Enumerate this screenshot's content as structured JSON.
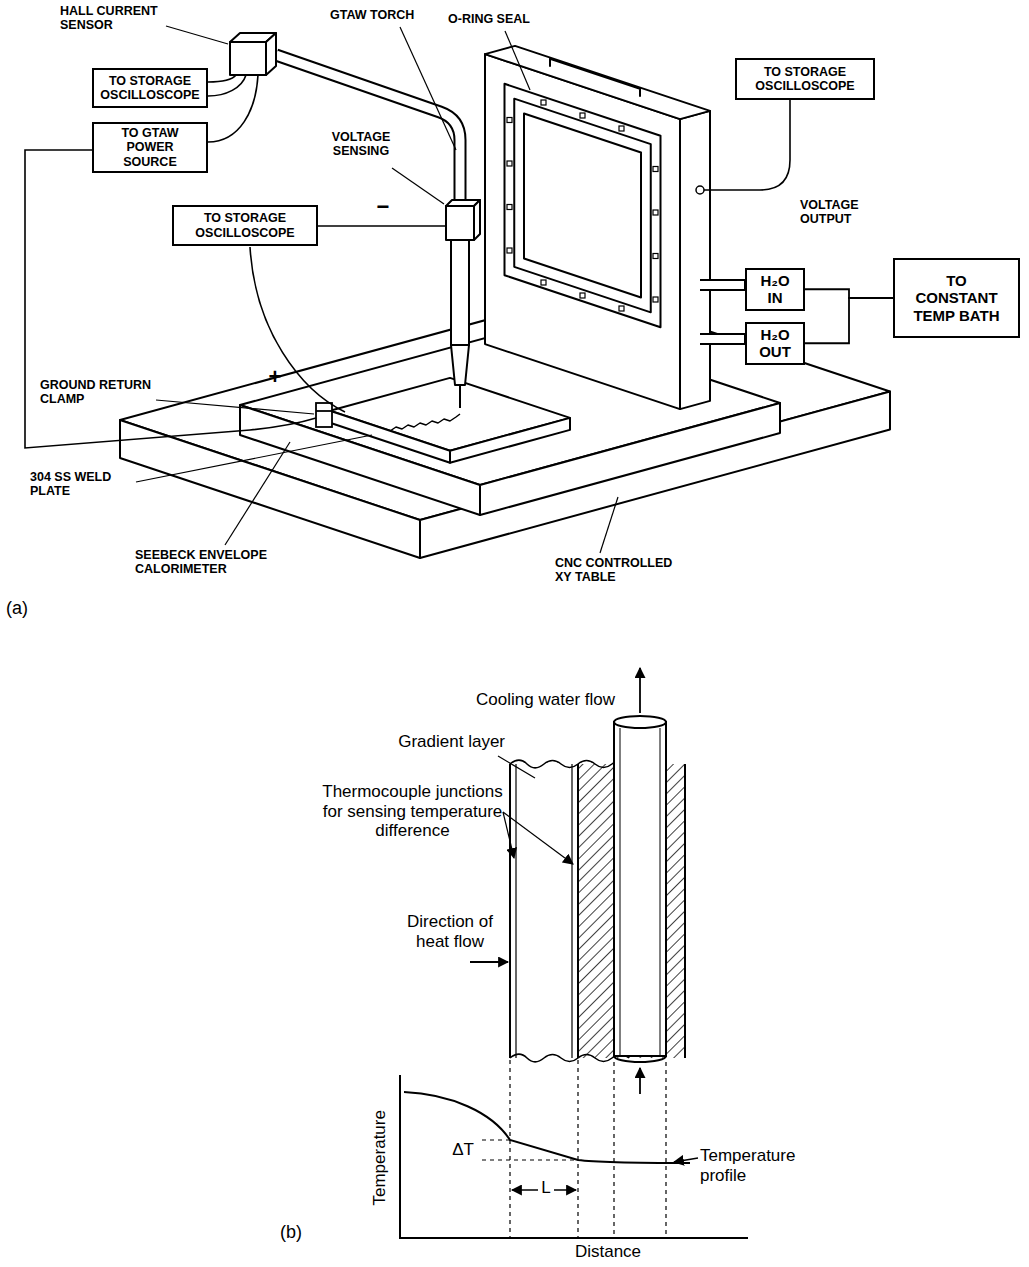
{
  "diagram": {
    "nodes": [
      {
        "text": [
          "TO STORAGE OSCILLOSCOPE"
        ]
      },
      {
        "text": [
          "TO GTAW POWER SOURCE"
        ]
      },
      {
        "text": [
          "TO STORAGE OSCILLOSCOPE"
        ]
      },
      {
        "text": [
          "TO STORAGE OSCILLOSCOPE"
        ]
      },
      {
        "text": [
          "H₂O IN"
        ]
      },
      {
        "text": [
          "TO CONSTANT TEMP BATH"
        ]
      },
      {
        "text": [
          "H₂O OUT"
        ]
      }
    ],
    "edges": [
      {
        "from": 4,
        "to": 5,
        "arrow": "none"
      },
      {
        "from": 6,
        "to": 5,
        "arrow": "none"
      }
    ],
    "labels": [
      "HALL CURRENT SENSOR",
      "GTAW TORCH",
      "O-RING SEAL",
      "VOLTAGE SENSING",
      "VOLTAGE OUTPUT",
      "−",
      "+",
      "GROUND RETURN CLAMP",
      "304 SS WELD PLATE",
      "SEEBECK ENVELOPE CALORIMETER",
      "CNC CONTROLLED XY TABLE",
      "(a)",
      "Cooling water flow",
      "Gradient layer",
      "Thermocouple junctions for sensing temperature difference",
      "Direction of heat flow",
      "Temperature",
      "ΔT",
      "L",
      "Temperature profile",
      "Distance",
      "(b)"
    ]
  }
}
